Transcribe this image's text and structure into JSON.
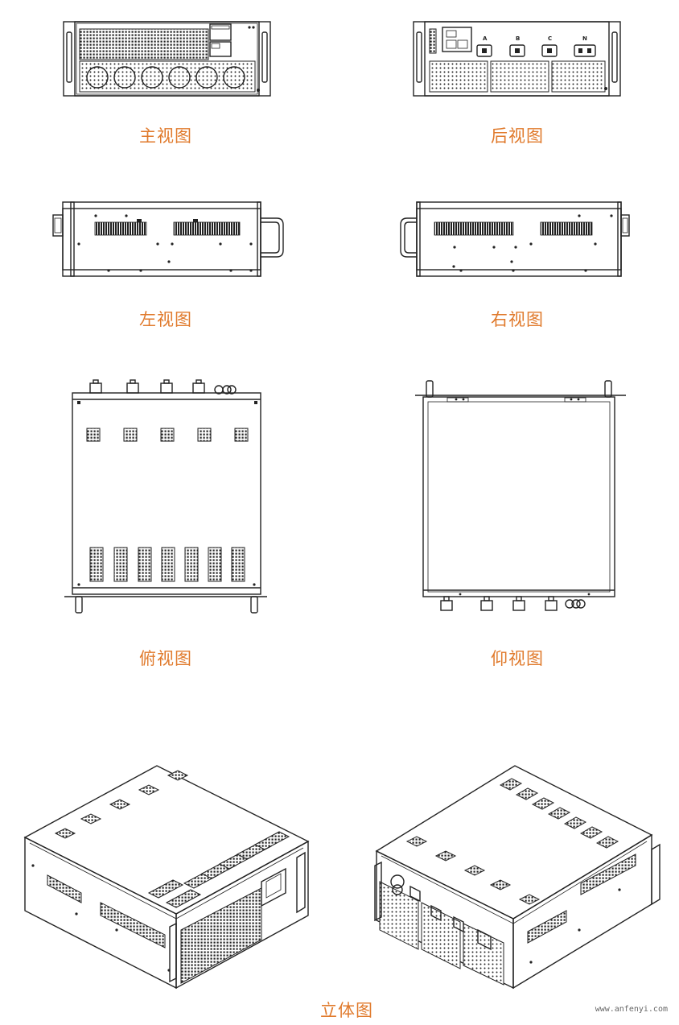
{
  "views": {
    "front": "主视图",
    "rear": "后视图",
    "left": "左视图",
    "right": "右视图",
    "top": "俯视图",
    "bottom": "仰视图",
    "iso": "立体图"
  },
  "terminals": [
    "A",
    "B",
    "C",
    "N"
  ],
  "watermark": "www.anfenyi.com",
  "colors": {
    "label": "#e07a2c",
    "line": "#222222"
  }
}
